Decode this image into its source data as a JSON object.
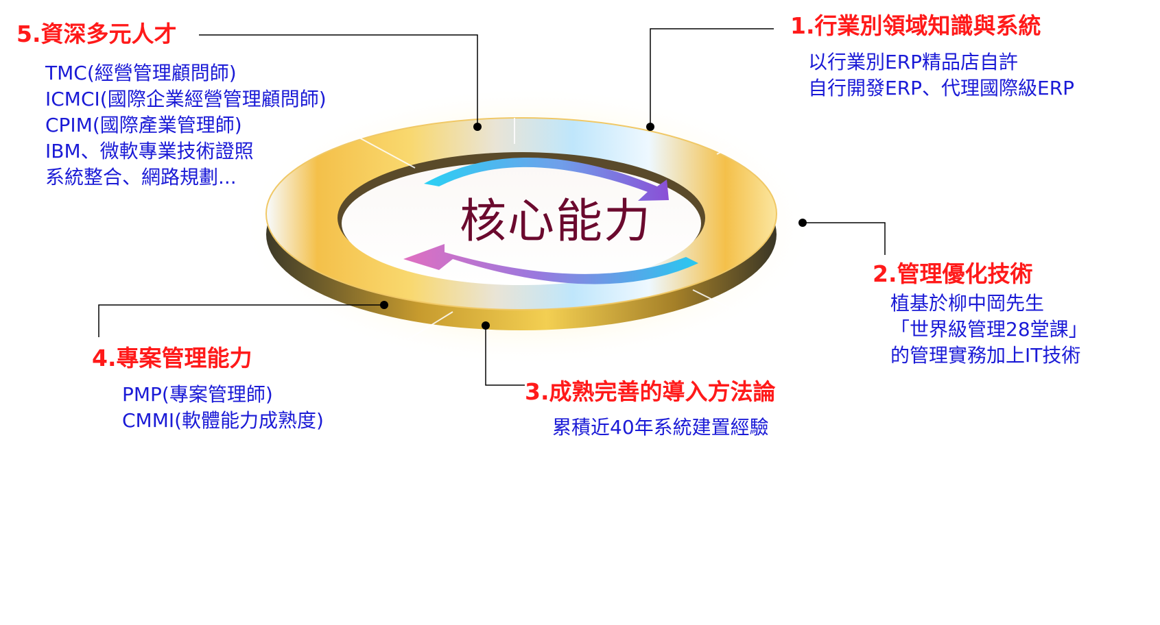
{
  "center_title": "核心能力",
  "items": [
    {
      "heading": "1.行業別領域知識與系統",
      "lines": [
        "以行業別ERP精品店自許",
        "自行開發ERP、代理國際級ERP"
      ]
    },
    {
      "heading": "2.管理優化技術",
      "lines": [
        "植基於柳中岡先生",
        "「世界級管理28堂課」",
        " 的管理實務加上IT技術"
      ]
    },
    {
      "heading": "3.成熟完善的導入方法論",
      "lines": [
        "累積近40年系統建置經驗"
      ]
    },
    {
      "heading": "4.專案管理能力",
      "lines": [
        "PMP(專案管理師)",
        "CMMI(軟體能力成熟度)"
      ]
    },
    {
      "heading": "5.資深多元人才",
      "lines": [
        "TMC(經營管理顧問師)",
        "ICMCI(國際企業經營管理顧問師)",
        "CPIM(國際產業管理師)",
        "IBM、微軟專業技術證照",
        "系統整合、網路規劃..."
      ]
    }
  ],
  "colors": {
    "heading": "#ff1a1a",
    "body": "#1a1ad6",
    "center": "#6b0a2e",
    "ring_gold": "#f2b53a",
    "ring_blue": "#bfe6fb",
    "arrow_cyan": "#27c8f0",
    "arrow_purple": "#8a4fd6",
    "arrow_pink": "#e06fc0"
  }
}
